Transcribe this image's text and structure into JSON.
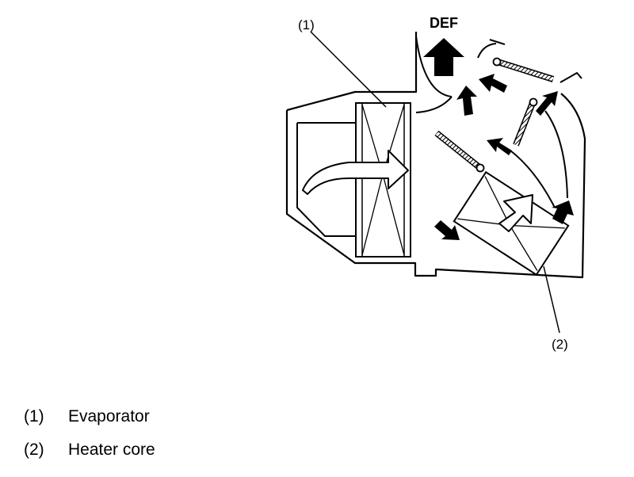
{
  "diagram": {
    "label_evaporator_num": "(1)",
    "label_heater_num": "(2)",
    "label_def": "DEF",
    "icons": [
      "evaporator-icon",
      "heater-core-icon",
      "airflow-arrow-icon",
      "damper-door-icon"
    ]
  },
  "legend": {
    "items": [
      {
        "num": "(1)",
        "text": "Evaporator"
      },
      {
        "num": "(2)",
        "text": "Heater core"
      }
    ]
  }
}
